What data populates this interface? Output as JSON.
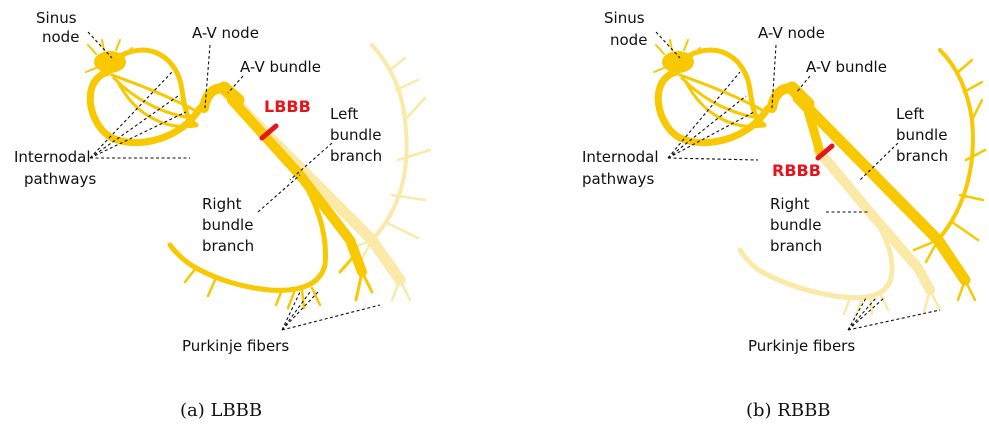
{
  "colors": {
    "conduction": "#f8c800",
    "conduction_faded": "#fbe9a8",
    "block_marker": "#e8141b",
    "leader_line": "#111111",
    "text": "#111111"
  },
  "panels": [
    {
      "caption": "(a) LBBB",
      "block_label": "LBBB",
      "blocked_branch": "left",
      "labels": {
        "sinus": [
          "Sinus",
          "node"
        ],
        "av_node": "A-V node",
        "av_bundle": "A-V bundle",
        "left_branch": [
          "Left",
          "bundle",
          "branch"
        ],
        "internodal": [
          "Internodal",
          "pathways"
        ],
        "right_branch": [
          "Right",
          "bundle",
          "branch"
        ],
        "purkinje": "Purkinje fibers"
      }
    },
    {
      "caption": "(b) RBBB",
      "block_label": "RBBB",
      "blocked_branch": "right",
      "labels": {
        "sinus": [
          "Sinus",
          "node"
        ],
        "av_node": "A-V node",
        "av_bundle": "A-V bundle",
        "left_branch": [
          "Left",
          "bundle",
          "branch"
        ],
        "internodal": [
          "Internodal",
          "pathways"
        ],
        "right_branch": [
          "Right",
          "bundle",
          "branch"
        ],
        "purkinje": "Purkinje fibers"
      }
    }
  ]
}
